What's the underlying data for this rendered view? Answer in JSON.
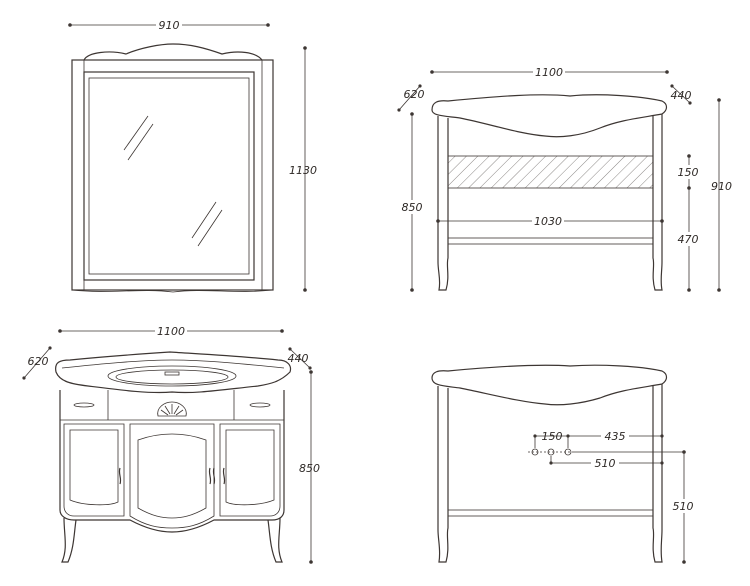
{
  "views": {
    "mirror": {
      "width": "910",
      "height": "1130"
    },
    "side_top": {
      "width": "1100",
      "depth_left": "620",
      "depth_right": "440",
      "height_left": "850",
      "inner_width": "1030",
      "band": "150",
      "lower": "470",
      "total_height": "910"
    },
    "front": {
      "width": "1100",
      "depth_left": "620",
      "depth_right": "440",
      "height": "850"
    },
    "rear": {
      "pipe_gap": "150",
      "pipe_offset": "435",
      "pipe_span": "510",
      "pipe_height": "510"
    }
  },
  "colors": {
    "line": "#3d3633",
    "text": "#2e2926",
    "background": "#ffffff"
  }
}
